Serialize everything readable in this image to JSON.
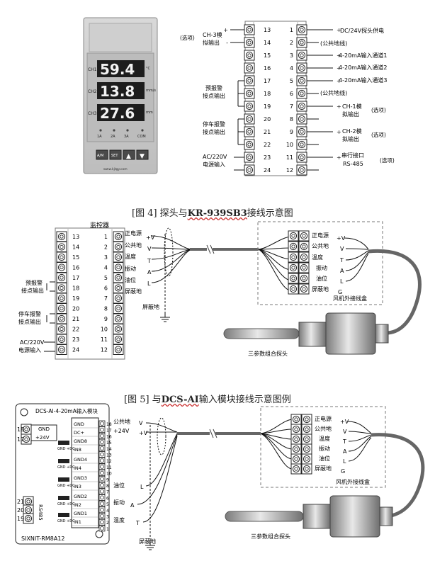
{
  "meter": {
    "brand": "www.kjtgy.com",
    "rows": [
      {
        "label": "CH1",
        "value": "59.4",
        "unit": "°C"
      },
      {
        "label": "CH2",
        "value": "13.8",
        "unit": "mm/s"
      },
      {
        "label": "CH3",
        "value": "27.6",
        "unit": "mm"
      }
    ],
    "leds": [
      "1A",
      "2A",
      "3A",
      "COM"
    ],
    "buttons": [
      "A/M",
      "SET",
      "▲",
      "▼"
    ]
  },
  "fig3": {
    "left_pins": [
      "13",
      "14",
      "15",
      "16",
      "17",
      "18",
      "19",
      "20",
      "21",
      "22",
      "23",
      "24"
    ],
    "right_pins": [
      "1",
      "2",
      "3",
      "4",
      "5",
      "6",
      "7",
      "8",
      "9",
      "10",
      "11",
      "12"
    ],
    "left_labels": [
      "(选项)",
      "CH-3模",
      "拟输出",
      "预报警",
      "接点输出",
      "停车报警",
      "接点输出",
      "AC/220V",
      "电源输入"
    ],
    "right_labels": [
      "DC/24V探头供电",
      "(公共地线)",
      "4-20mA输入通道1",
      "4-20mA输入通道2",
      "4-20mA输入通道3",
      "(公共地线)",
      "CH-1模",
      "拟输出",
      "(选项)",
      "CH-2模",
      "拟输出",
      "(选项)",
      "串行接口",
      "RS-485"
    ]
  },
  "fig4": {
    "caption_pre": "[图 4] 探头与",
    "caption_model": "KR-939SB3",
    "caption_post": "接线示意图",
    "monitor": "监控器",
    "left_pins": [
      "13",
      "14",
      "15",
      "16",
      "17",
      "18",
      "19",
      "20",
      "21",
      "22",
      "23",
      "24"
    ],
    "right_pins": [
      "1",
      "2",
      "3",
      "4",
      "5",
      "6",
      "7",
      "8",
      "9",
      "10",
      "11",
      "12"
    ],
    "left_labels": [
      "预报警",
      "接点输出",
      "停车报警",
      "接点输出",
      "AC/220V",
      "电源输入"
    ],
    "wire_labels": [
      "正电源",
      "公共地",
      "温度",
      "振动",
      "油位",
      "屏蔽地"
    ],
    "wire_signals": [
      "+V",
      "V",
      "T",
      "A",
      "L"
    ],
    "shield_gnd": "屏蔽地",
    "box_labels": [
      "正电源",
      "公共地",
      "温度",
      "振动",
      "油位",
      "屏蔽地"
    ],
    "box_signals": [
      "+V",
      "V",
      "T",
      "A",
      "L",
      "G"
    ],
    "box_title": "风机外接线盒",
    "probe": "三参数组合探头"
  },
  "fig5": {
    "caption_pre": "[图 5] 与",
    "caption_model": "DCS-AI",
    "caption_post": "输入模块接线示意图例",
    "module_title": "DCS-AI-4-20mA输入模块",
    "pins": [
      "18",
      "17",
      "16",
      "15",
      "14",
      "13",
      "12",
      "11",
      "10",
      "9",
      "8",
      "7",
      "6",
      "5",
      "4",
      "3",
      "2",
      "1"
    ],
    "gnd": "GND",
    "v24": "+24V",
    "pin_names": [
      "GND",
      "DC+",
      "GND8",
      "IN8",
      "GND4",
      "IN4",
      "GND3",
      "IN3",
      "GND2",
      "IN2",
      "GND1",
      "IN1"
    ],
    "jumper": "GND +DC",
    "rs485": "RS485",
    "rs_pins": [
      "21",
      "20",
      "19"
    ],
    "model": "SIXNIT-RM8A12",
    "wire_labels": [
      "公共地",
      "+24V",
      "油位",
      "振动",
      "温度"
    ],
    "wire_signals": [
      "V",
      "+V",
      "L",
      "A",
      "T"
    ],
    "shield_gnd": "屏蔽地",
    "box_labels": [
      "正电源",
      "公共地",
      "温度",
      "振动",
      "油位",
      "屏蔽地"
    ],
    "box_signals": [
      "+V",
      "V",
      "T",
      "A",
      "L",
      "G"
    ],
    "box_title": "风机外接线盒",
    "probe": "三参数组合探头"
  }
}
